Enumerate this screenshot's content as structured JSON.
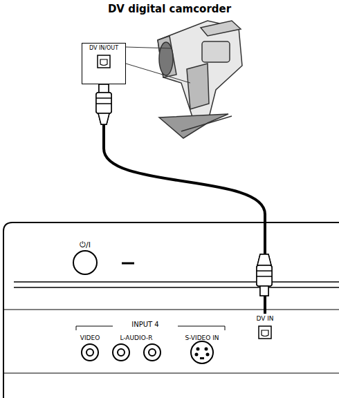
{
  "diagram": {
    "title": "DV digital camcorder",
    "nodes": [
      {
        "text": [
          "DV IN/OUT"
        ]
      },
      {
        "text": [
          "DV IN"
        ]
      }
    ],
    "edges": [
      {
        "from": 0,
        "to": 1,
        "arrow": "none"
      }
    ],
    "labels": [
      "⏻/I",
      "INPUT 4",
      "VIDEO",
      "L-AUDIO-R",
      "S-VIDEO IN"
    ]
  }
}
